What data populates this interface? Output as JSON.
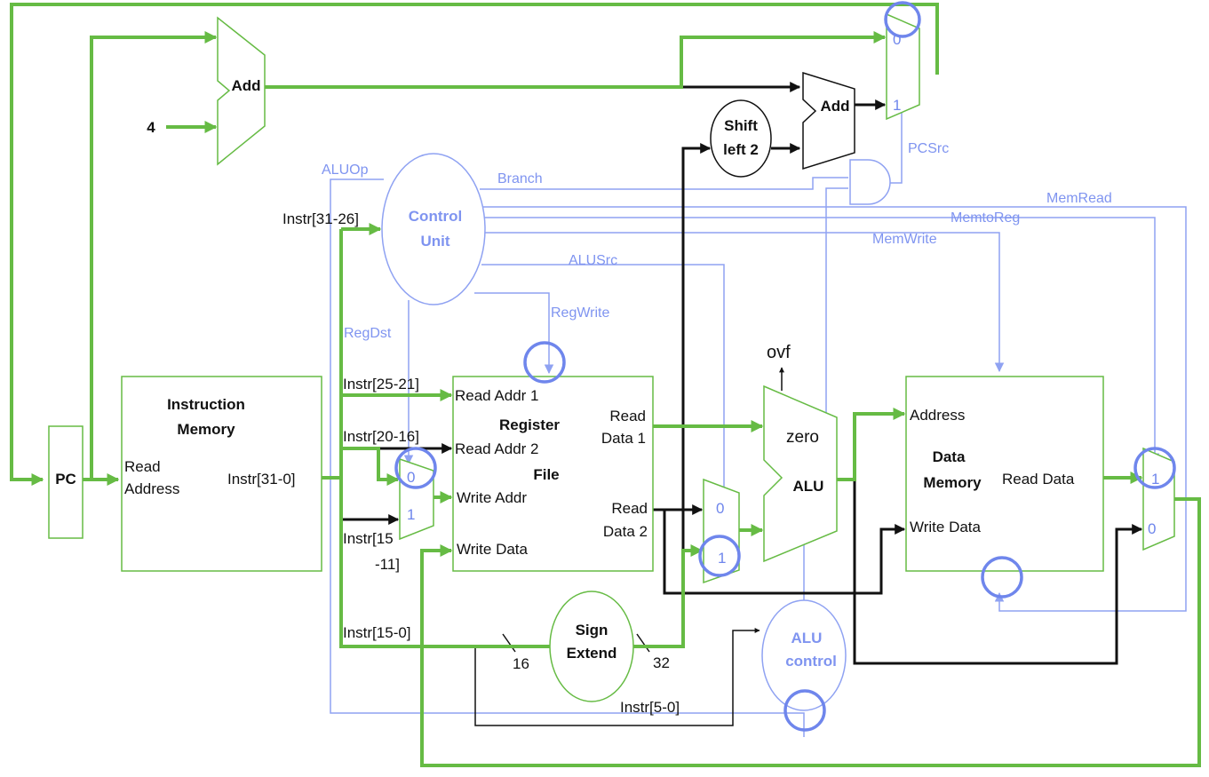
{
  "blocks": {
    "pc": "PC",
    "add_pc": "Add",
    "add_branch": "Add",
    "const_four": "4",
    "shift_left": [
      "Shift",
      "left 2"
    ],
    "control_unit": [
      "Control",
      "Unit"
    ],
    "instruction_memory": {
      "title": [
        "Instruction",
        "Memory"
      ],
      "read_address": [
        "Read",
        "Address"
      ],
      "output": "Instr[31-0]"
    },
    "register_file": {
      "title": [
        "Register",
        "File"
      ],
      "read_addr_1": "Read Addr 1",
      "read_addr_2": "Read Addr 2",
      "write_addr": "Write Addr",
      "write_data": "Write Data",
      "read_data_1": [
        "Read",
        "Data 1"
      ],
      "read_data_2": [
        "Read",
        "Data 2"
      ]
    },
    "alu": {
      "title": "ALU",
      "zero": "zero",
      "ovf": "ovf"
    },
    "data_memory": {
      "title": [
        "Data",
        "Memory"
      ],
      "address": "Address",
      "write_data": "Write Data",
      "read_data": "Read Data"
    },
    "sign_extend": [
      "Sign",
      "Extend"
    ],
    "alu_control": [
      "ALU",
      "control"
    ]
  },
  "signals": {
    "alu_op": "ALUOp",
    "branch": "Branch",
    "mem_read": "MemRead",
    "mem_to_reg": "MemtoReg",
    "mem_write": "MemWrite",
    "alu_src": "ALUSrc",
    "reg_write": "RegWrite",
    "reg_dst": "RegDst",
    "pc_src": "PCSrc"
  },
  "buses": {
    "instr_31_26": "Instr[31-26]",
    "instr_25_21": "Instr[25-21]",
    "instr_20_16": "Instr[20-16]",
    "instr_15_11": [
      "Instr[15",
      "-11]"
    ],
    "instr_15_0": "Instr[15-0]",
    "instr_5_0": "Instr[5-0]",
    "width_16": "16",
    "width_32": "32"
  },
  "mux_inputs": {
    "pc_mux": [
      "0",
      "1"
    ],
    "regdst_mux": [
      "0",
      "1"
    ],
    "alusrc_mux": [
      "0",
      "1"
    ],
    "memtoreg_mux": [
      "1",
      "0"
    ]
  },
  "colors": {
    "datapath": "#66bb44",
    "control": "#8fa2f2",
    "highlight_ring": "#6f86ec",
    "wire_dark": "#111111"
  }
}
